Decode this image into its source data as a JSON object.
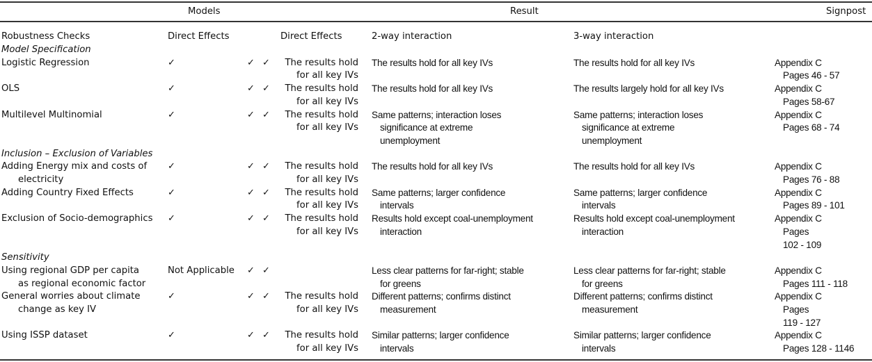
{
  "table": {
    "group_headers": {
      "models": "Models",
      "result": "Result",
      "signpost": "Signpost"
    },
    "column_headers": {
      "robustness_checks": "Robustness Checks",
      "direct_effects_models": "Direct Effects",
      "direct_effects_result": "Direct Effects",
      "two_way": "2-way interaction",
      "three_way": "3-way interaction"
    },
    "check_symbol": "✓",
    "sections": [
      {
        "title": "Model Specification",
        "rows": [
          {
            "check": "Logistic Regression",
            "check_cont": "",
            "direct_effects": "✓",
            "tick_a": "✓",
            "tick_b": "✓",
            "direct_result_1": "The results hold",
            "direct_result_2": "for all key IVs",
            "two_way_1": "The results hold for all key IVs",
            "two_way_2": "",
            "two_way_3": "",
            "three_way_1": "The results hold for all key IVs",
            "three_way_2": "",
            "three_way_3": "",
            "signpost_1": "Appendix C",
            "signpost_2": "Pages 46 - 57",
            "signpost_3": ""
          },
          {
            "check": "OLS",
            "check_cont": "",
            "direct_effects": "✓",
            "tick_a": "✓",
            "tick_b": "✓",
            "direct_result_1": "The results hold",
            "direct_result_2": "for all key IVs",
            "two_way_1": "The results hold for all key IVs",
            "two_way_2": "",
            "two_way_3": "",
            "three_way_1": "The results largely hold for all key IVs",
            "three_way_2": "",
            "three_way_3": "",
            "signpost_1": "Appendix C",
            "signpost_2": "Pages 58-67",
            "signpost_3": ""
          },
          {
            "check": "Multilevel Multinomial",
            "check_cont": "",
            "direct_effects": "✓",
            "tick_a": "✓",
            "tick_b": "✓",
            "direct_result_1": "The results hold",
            "direct_result_2": "for all key IVs",
            "two_way_1": "Same patterns; interaction loses",
            "two_way_2": "significance at extreme",
            "two_way_3": "unemployment",
            "three_way_1": "Same patterns; interaction loses",
            "three_way_2": "significance at extreme",
            "three_way_3": "unemployment",
            "signpost_1": "Appendix C",
            "signpost_2": "Pages 68 - 74",
            "signpost_3": ""
          }
        ]
      },
      {
        "title": "Inclusion – Exclusion of Variables",
        "rows": [
          {
            "check": "Adding Energy mix and costs of",
            "check_cont": "electricity",
            "direct_effects": "✓",
            "tick_a": "✓",
            "tick_b": "✓",
            "direct_result_1": "The results hold",
            "direct_result_2": "for all key IVs",
            "two_way_1": "The results hold for all key IVs",
            "two_way_2": "",
            "two_way_3": "",
            "three_way_1": "The results hold for all key IVs",
            "three_way_2": "",
            "three_way_3": "",
            "signpost_1": "Appendix C",
            "signpost_2": "Pages 76 - 88",
            "signpost_3": ""
          },
          {
            "check": "Adding Country Fixed Effects",
            "check_cont": "",
            "direct_effects": "✓",
            "tick_a": "✓",
            "tick_b": "✓",
            "direct_result_1": "The results hold",
            "direct_result_2": "for all key IVs",
            "two_way_1": "Same patterns; larger confidence",
            "two_way_2": "intervals",
            "two_way_3": "",
            "three_way_1": "Same patterns; larger confidence",
            "three_way_2": "intervals",
            "three_way_3": "",
            "signpost_1": "Appendix C",
            "signpost_2": "Pages 89 - 101",
            "signpost_3": ""
          },
          {
            "check": "Exclusion of Socio-demographics",
            "check_cont": "",
            "direct_effects": "✓",
            "tick_a": "✓",
            "tick_b": "✓",
            "direct_result_1": "The results hold",
            "direct_result_2": "for all key IVs",
            "two_way_1": "Results hold except coal-unemployment",
            "two_way_2": "interaction",
            "two_way_3": "",
            "three_way_1": "Results hold except coal-unemployment",
            "three_way_2": "interaction",
            "three_way_3": "",
            "signpost_1": "Appendix C",
            "signpost_2": "Pages",
            "signpost_3": "102 - 109"
          }
        ]
      },
      {
        "title": "Sensitivity",
        "rows": [
          {
            "check": "Using regional GDP per capita",
            "check_cont": "as regional economic factor",
            "direct_effects": "Not Applicable",
            "tick_a": "✓",
            "tick_b": "✓",
            "direct_result_1": "",
            "direct_result_2": "",
            "two_way_1": "Less clear patterns for far-right; stable",
            "two_way_2": "for greens",
            "two_way_3": "",
            "three_way_1": "Less clear patterns for far-right; stable",
            "three_way_2": "for greens",
            "three_way_3": "",
            "signpost_1": "Appendix C",
            "signpost_2": "Pages 111 - 118",
            "signpost_3": ""
          },
          {
            "check": "General worries about climate",
            "check_cont": "change as key IV",
            "direct_effects": "✓",
            "tick_a": "✓",
            "tick_b": "✓",
            "direct_result_1": "The results hold",
            "direct_result_2": "for all key IVs",
            "two_way_1": "Different patterns; confirms distinct",
            "two_way_2": "measurement",
            "two_way_3": "",
            "three_way_1": "Different patterns; confirms distinct",
            "three_way_2": "measurement",
            "three_way_3": "",
            "signpost_1": "Appendix C",
            "signpost_2": "Pages",
            "signpost_3": "119 - 127"
          },
          {
            "check": "Using ISSP dataset",
            "check_cont": "",
            "direct_effects": "✓",
            "tick_a": "✓",
            "tick_b": "✓",
            "direct_result_1": "The results hold",
            "direct_result_2": "for all key IVs",
            "two_way_1": "Similar patterns; larger confidence",
            "two_way_2": "intervals",
            "two_way_3": "",
            "three_way_1": "Similar patterns; larger confidence",
            "three_way_2": "intervals",
            "three_way_3": "",
            "signpost_1": "Appendix C",
            "signpost_2": "Pages 128 - 1146",
            "signpost_3": ""
          }
        ]
      }
    ]
  }
}
